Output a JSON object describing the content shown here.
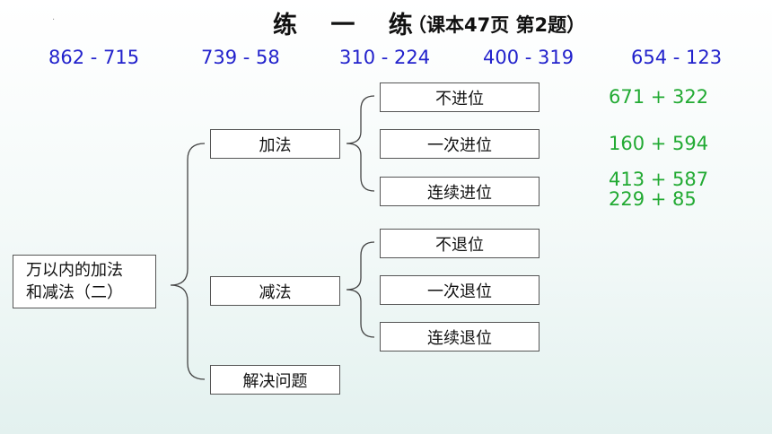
{
  "header": {
    "title": "练 一 练",
    "subtitle": "（课本47页 第2题）",
    "dot": "."
  },
  "expressions": [
    "862 - 715",
    "739 - 58",
    "310 - 224",
    "400 - 319",
    "654 - 123"
  ],
  "tree": {
    "root_line1": "万以内的加法",
    "root_line2": "和减法（二）",
    "branches": [
      "加法",
      "减法",
      "解决问题"
    ],
    "addition_children": [
      "不进位",
      "一次进位",
      "连续进位"
    ],
    "subtraction_children": [
      "不退位",
      "一次退位",
      "连续退位"
    ]
  },
  "answers": [
    "671 + 322",
    "160 + 594",
    "413 + 587",
    "229 + 85"
  ],
  "colors": {
    "expressions": "#2222cc",
    "answers": "#22aa33"
  }
}
